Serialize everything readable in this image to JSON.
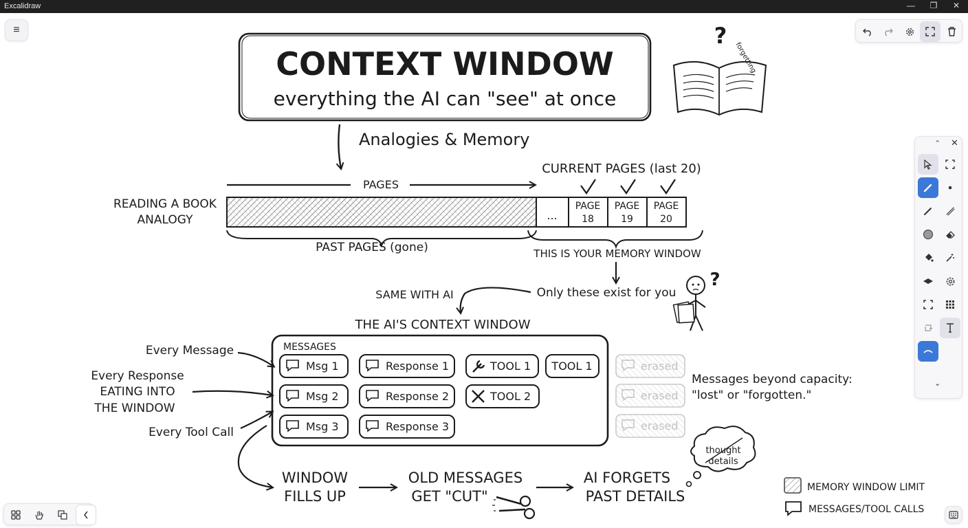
{
  "app": {
    "window_title": "Excalidraw"
  },
  "diagram": {
    "title": "CONTEXT WINDOW",
    "subtitle": "everything the AI can \"see\" at once",
    "book_tag": "forgetting",
    "analogies": "Analogies & Memory",
    "current_pages": "CURRENT PAGES (last 20)",
    "pages": "PAGES",
    "reading_book_1": "READING A BOOK",
    "reading_book_2": "ANALOGY",
    "ellipsis": "...",
    "page18": [
      "PAGE",
      "18"
    ],
    "page19": [
      "PAGE",
      "19"
    ],
    "page20": [
      "PAGE",
      "20"
    ],
    "past_pages": "PAST PAGES (gone)",
    "memory_window": "THIS IS YOUR MEMORY WINDOW",
    "only_these": "Only these exist for you",
    "same_with_ai": "SAME WITH AI",
    "ai_context_window": "THE AI'S CONTEXT WINDOW",
    "every_message": "Every Message",
    "every_response_1": "Every Response",
    "every_response_2": "EATING INTO",
    "every_response_3": "THE WINDOW",
    "every_tool_call": "Every Tool Call",
    "messages_label": "MESSAGES",
    "msg1": "Msg 1",
    "msg2": "Msg 2",
    "msg3": "Msg 3",
    "resp1": "Response 1",
    "resp2": "Response 2",
    "resp3": "Response 3",
    "tool1a": "TOOL 1",
    "tool1b": "TOOL 1",
    "tool2": "TOOL 2",
    "erased": "erased",
    "beyond_1": "Messages beyond capacity:",
    "beyond_2": "\"lost\" or \"forgotten.\"",
    "window_fills_1": "WINDOW",
    "window_fills_2": "FILLS UP",
    "old_msgs_1": "OLD MESSAGES",
    "old_msgs_2": "GET \"CUT\"",
    "ai_forgets_1": "AI FORGETS",
    "ai_forgets_2": "PAST DETAILS",
    "thought_1": "thought",
    "thought_2": "details",
    "legend_memory": "MEMORY WINDOW LIMIT",
    "legend_messages": "MESSAGES/TOOL CALLS"
  },
  "toolbar_top": {
    "icons": [
      "undo-icon",
      "redo-icon",
      "gear-icon",
      "fullscreen-icon",
      "trash-icon"
    ]
  },
  "tools_panel": {
    "icons": [
      "select-icon",
      "frame-icon",
      "pen-icon",
      "dot-icon",
      "pencil-icon",
      "line-icon",
      "circle-icon",
      "eraser-icon",
      "fill-icon",
      "wand-icon",
      "layers-icon",
      "gear-icon",
      "crop-icon",
      "grid-icon",
      "loop-icon",
      "text-icon",
      "wave-icon"
    ]
  },
  "colors": {
    "active_tool": "#3b78d8",
    "ink": "#1b1b1b",
    "erased": "#b8b8b8"
  }
}
